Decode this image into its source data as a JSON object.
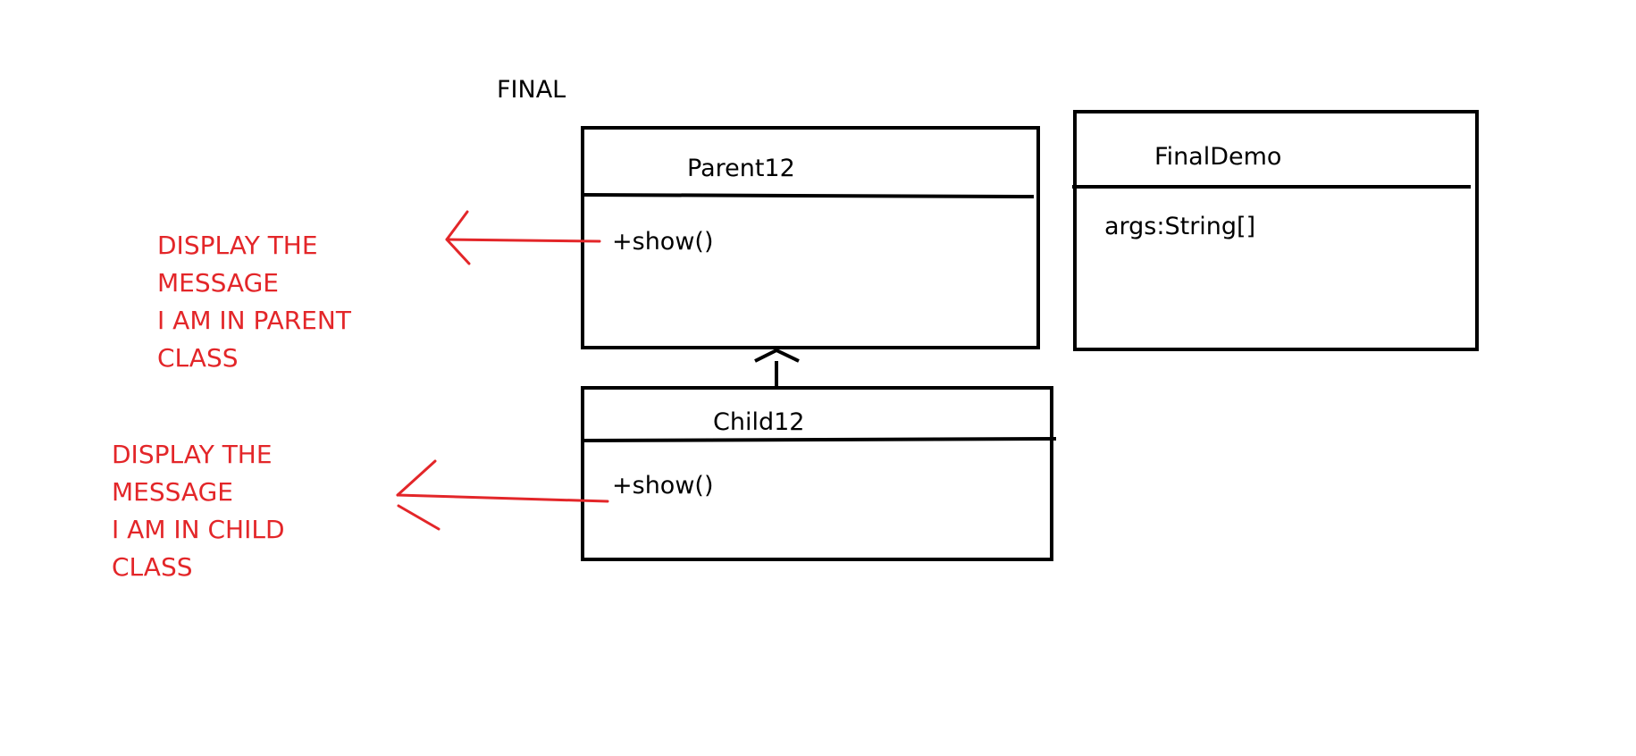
{
  "diagram": {
    "title": "FINAL",
    "classes": {
      "parent": {
        "name": "Parent12",
        "members": [
          "+show()"
        ]
      },
      "child": {
        "name": "Child12",
        "members": [
          "+show()"
        ]
      },
      "final_demo": {
        "name": "FinalDemo",
        "members": [
          "args:String[]"
        ]
      }
    },
    "notes": {
      "parent": [
        "DISPLAY THE",
        "MESSAGE",
        "I AM IN PARENT",
        "CLASS"
      ],
      "child": [
        "DISPLAY THE",
        "MESSAGE",
        "I AM IN CHILD",
        "CLASS"
      ]
    },
    "colors": {
      "ink": "#000000",
      "annotation": "#e32629",
      "background": "#ffffff"
    }
  }
}
